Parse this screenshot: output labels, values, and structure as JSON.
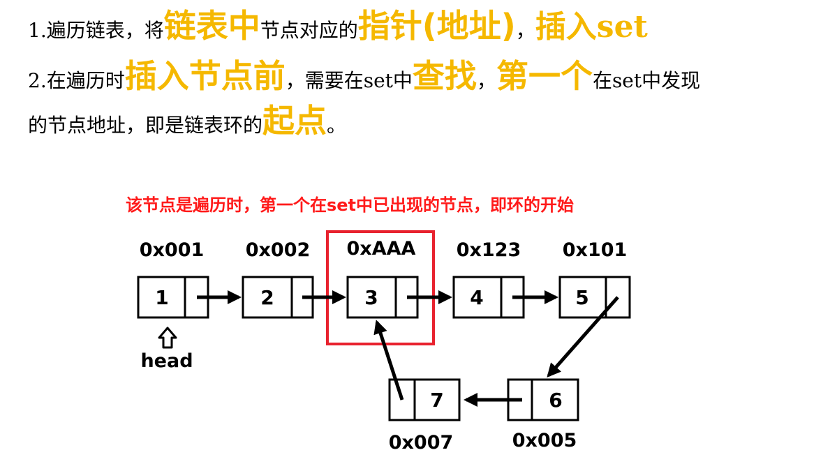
{
  "text": {
    "line1": {
      "a": "1.遍历链表，将",
      "b": "链表中",
      "c": "节点对应的",
      "d": "指针(地址)",
      "e": "，",
      "f": "插入set"
    },
    "line2": {
      "a": "2.在遍历时",
      "b": "插入节点前",
      "c": "，需要在set中",
      "d": "查找",
      "e": "，",
      "f": "第一个",
      "g": "在set中发现"
    },
    "line3": {
      "a": "的节点地址，即是链表环的",
      "b": "起点",
      "c": "。"
    }
  },
  "diagram": {
    "caption": "该节点是遍历时，第一个在set中已出现的节点，即环的开始",
    "head_label": "head",
    "nodes": [
      {
        "value": "1",
        "address": "0x001"
      },
      {
        "value": "2",
        "address": "0x002"
      },
      {
        "value": "3",
        "address": "0xAAA"
      },
      {
        "value": "4",
        "address": "0x123"
      },
      {
        "value": "5",
        "address": "0x101"
      },
      {
        "value": "6",
        "address": "0x005"
      },
      {
        "value": "7",
        "address": "0x007"
      }
    ],
    "colors": {
      "highlight": "#e8222e",
      "emphasis": "#f5b800",
      "caption": "#ff1a1a"
    }
  }
}
